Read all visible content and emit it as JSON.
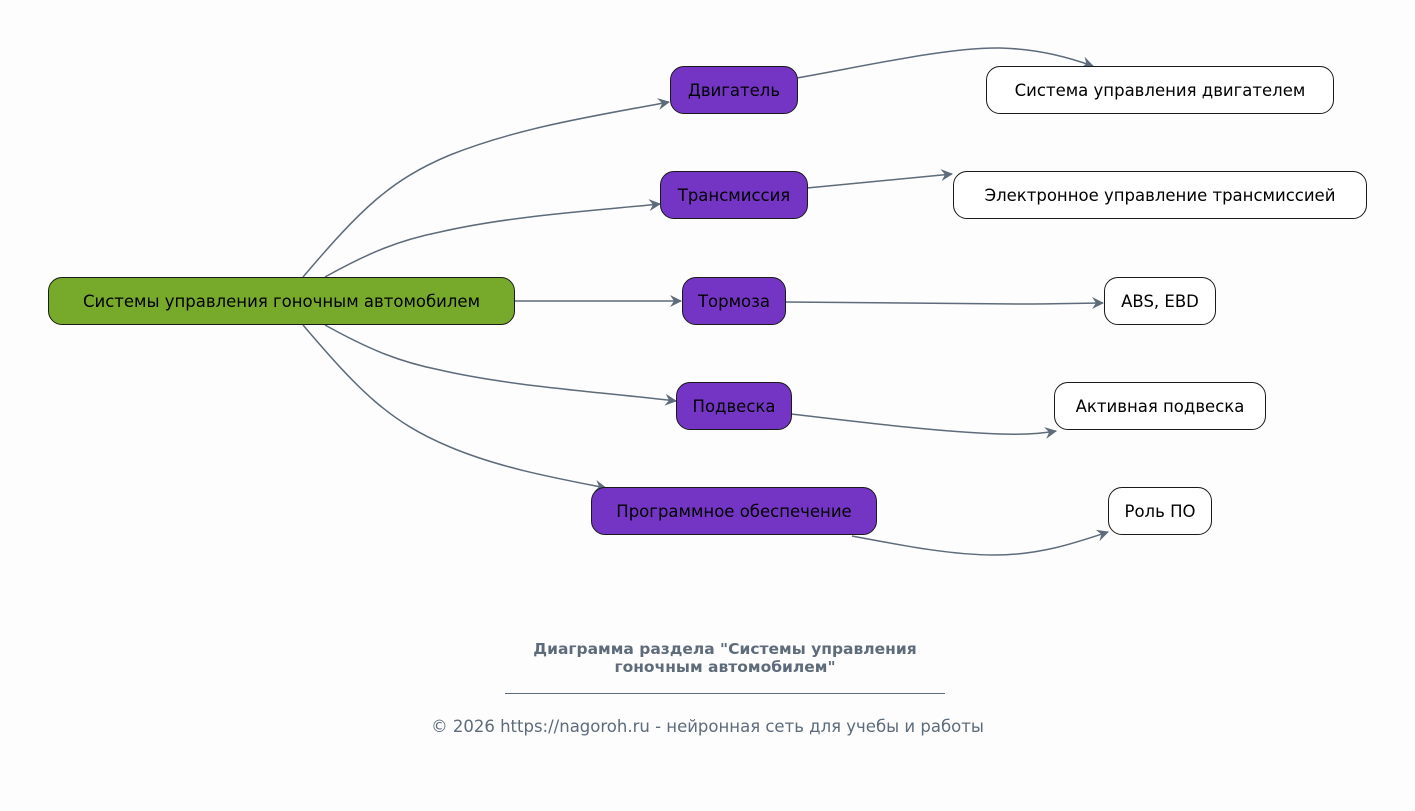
{
  "diagram": {
    "type": "mindmap",
    "edge_color": "#5d6b7a",
    "colors": {
      "root": "#77aa2a",
      "branch": "#7434c4",
      "leaf": "#ffffff"
    },
    "root": {
      "id": "root",
      "label": "Системы управления гоночным автомобилем"
    },
    "branches": [
      {
        "id": "b1",
        "label": "Двигатель",
        "child": {
          "id": "l1",
          "label": "Система управления двигателем"
        }
      },
      {
        "id": "b2",
        "label": "Трансмиссия",
        "child": {
          "id": "l2",
          "label": "Электронное управление трансмиссией"
        }
      },
      {
        "id": "b3",
        "label": "Тормоза",
        "child": {
          "id": "l3",
          "label": "ABS, EBD"
        }
      },
      {
        "id": "b4",
        "label": "Подвеска",
        "child": {
          "id": "l4",
          "label": "Активная подвеска"
        }
      },
      {
        "id": "b5",
        "label": "Программное обеспечение",
        "child": {
          "id": "l5",
          "label": "Роль ПО"
        }
      }
    ],
    "edges": [
      [
        "root",
        "b1"
      ],
      [
        "root",
        "b2"
      ],
      [
        "root",
        "b3"
      ],
      [
        "root",
        "b4"
      ],
      [
        "root",
        "b5"
      ],
      [
        "b1",
        "l1"
      ],
      [
        "b2",
        "l2"
      ],
      [
        "b3",
        "l3"
      ],
      [
        "b4",
        "l4"
      ],
      [
        "b5",
        "l5"
      ]
    ]
  },
  "caption": {
    "title_line1": "Диаграмма раздела \"Системы управления",
    "title_line2": "гоночным автомобилем\"",
    "footer": "© 2026 https://nagoroh.ru - нейронная сеть для учебы и работы"
  }
}
